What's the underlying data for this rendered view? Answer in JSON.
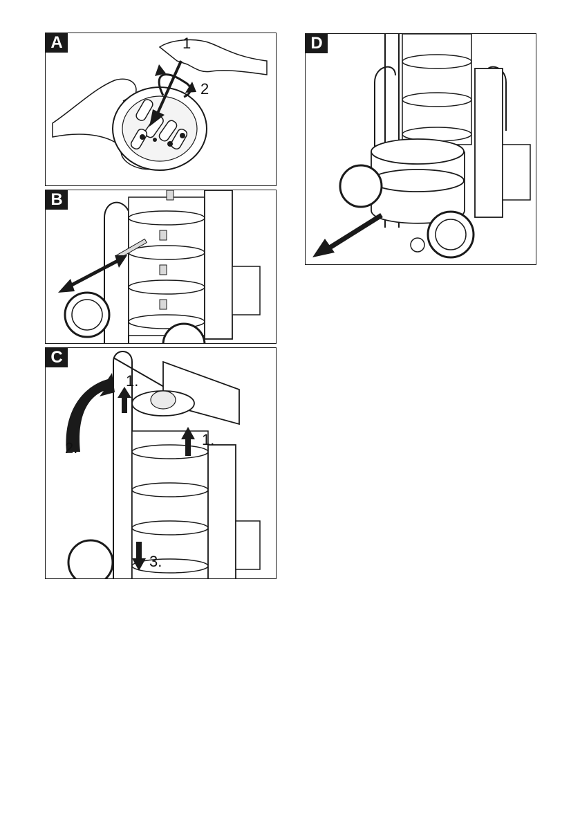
{
  "panels": {
    "a": {
      "tag": "A",
      "steps": {
        "one": "1",
        "two": "2"
      },
      "icons": [
        "hand-icon",
        "plug-icon",
        "curved-arrow-icon",
        "straight-arrow-icon"
      ]
    },
    "b": {
      "tag": "B",
      "icons": [
        "double-arrow-icon",
        "vacuum-cleaner-icon"
      ]
    },
    "c": {
      "tag": "C",
      "steps": {
        "lift_left": "1.",
        "lift_right": "1.",
        "tilt": "2.",
        "lower": "3."
      },
      "icons": [
        "up-arrow-icon",
        "curved-arrow-icon",
        "down-arrow-icon",
        "vacuum-cleaner-icon"
      ]
    },
    "d": {
      "tag": "D",
      "icons": [
        "pull-arrow-icon",
        "vacuum-cleaner-icon"
      ]
    }
  },
  "colors": {
    "ink": "#1a1a1a",
    "paper": "#ffffff",
    "shade": "#d9d9d9"
  }
}
